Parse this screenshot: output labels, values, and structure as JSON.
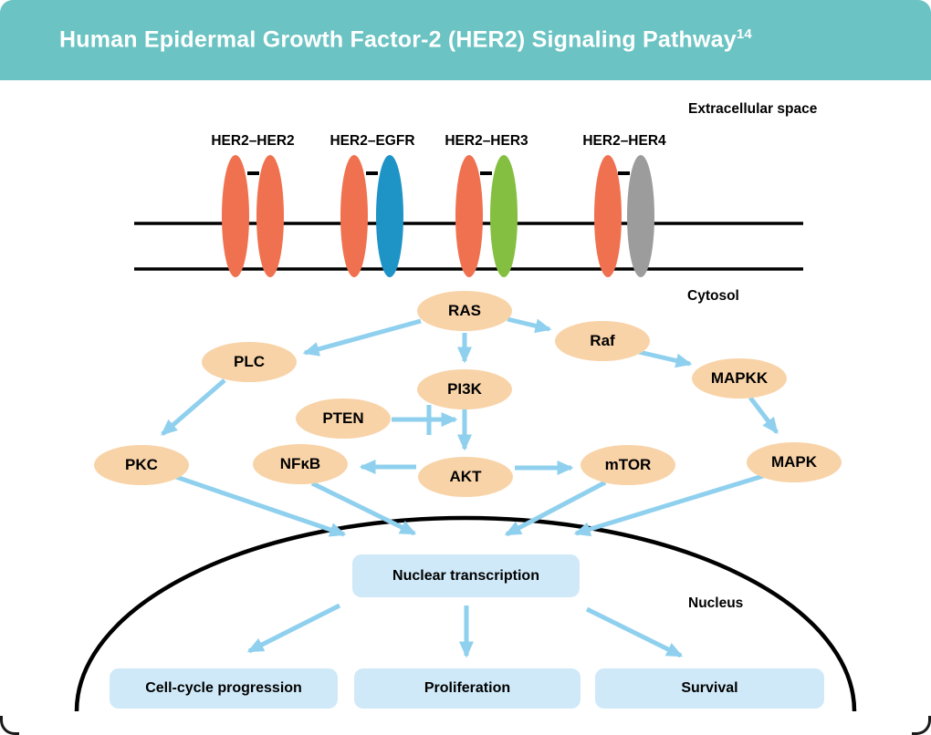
{
  "header": {
    "title": "Human Epidermal Growth Factor-2 (HER2) Signaling Pathway",
    "reference": "14",
    "background": "#6cc3c3",
    "text_color": "#ffffff"
  },
  "regions": {
    "extracellular": "Extracellular space",
    "cytosol": "Cytosol",
    "nucleus": "Nucleus"
  },
  "receptors": {
    "pairs": [
      {
        "label": "HER2–HER2",
        "members": [
          "HER2",
          "HER2"
        ],
        "colors": [
          "#f0714f",
          "#f0714f"
        ]
      },
      {
        "label": "HER2–EGFR",
        "members": [
          "HER2",
          "EGFR"
        ],
        "colors": [
          "#f0714f",
          "#1e93c6"
        ]
      },
      {
        "label": "HER2–HER3",
        "members": [
          "HER2",
          "HER3"
        ],
        "colors": [
          "#f0714f",
          "#84bf41"
        ]
      },
      {
        "label": "HER2–HER4",
        "members": [
          "HER2",
          "HER4"
        ],
        "colors": [
          "#f0714f",
          "#9c9c9c"
        ]
      }
    ]
  },
  "pathway": {
    "node_fill": "#f8d3a8",
    "arrow_color": "#8fd0ee",
    "membrane_color": "#000000",
    "nodes": [
      {
        "label": "RAS"
      },
      {
        "label": "PLC"
      },
      {
        "label": "PI3K"
      },
      {
        "label": "PTEN"
      },
      {
        "label": "PKC"
      },
      {
        "label": "NFκB"
      },
      {
        "label": "AKT"
      },
      {
        "label": "Raf"
      },
      {
        "label": "MAPKK"
      },
      {
        "label": "mTOR"
      },
      {
        "label": "MAPK"
      }
    ],
    "edges": [
      {
        "from": "RAS",
        "to": "PLC",
        "type": "activates"
      },
      {
        "from": "RAS",
        "to": "PI3K",
        "type": "activates"
      },
      {
        "from": "RAS",
        "to": "Raf",
        "type": "activates"
      },
      {
        "from": "PI3K",
        "to": "AKT",
        "type": "activates"
      },
      {
        "from": "PTEN",
        "to": "PI3K–AKT",
        "type": "inhibits"
      },
      {
        "from": "PLC",
        "to": "PKC",
        "type": "activates"
      },
      {
        "from": "AKT",
        "to": "NFκB",
        "type": "activates"
      },
      {
        "from": "AKT",
        "to": "mTOR",
        "type": "activates"
      },
      {
        "from": "Raf",
        "to": "MAPKK",
        "type": "activates"
      },
      {
        "from": "MAPKK",
        "to": "MAPK",
        "type": "activates"
      },
      {
        "from": "PKC",
        "to": "Nuclear transcription",
        "type": "activates"
      },
      {
        "from": "NFκB",
        "to": "Nuclear transcription",
        "type": "activates"
      },
      {
        "from": "mTOR",
        "to": "Nuclear transcription",
        "type": "activates"
      },
      {
        "from": "MAPK",
        "to": "Nuclear transcription",
        "type": "activates"
      },
      {
        "from": "Nuclear transcription",
        "to": "Cell-cycle progression",
        "type": "activates"
      },
      {
        "from": "Nuclear transcription",
        "to": "Proliferation",
        "type": "activates"
      },
      {
        "from": "Nuclear transcription",
        "to": "Survival",
        "type": "activates"
      }
    ]
  },
  "outputs": {
    "box_fill": "#cfe9f8",
    "nuclear_transcription": "Nuclear transcription",
    "cell_cycle": "Cell-cycle progression",
    "proliferation": "Proliferation",
    "survival": "Survival"
  }
}
